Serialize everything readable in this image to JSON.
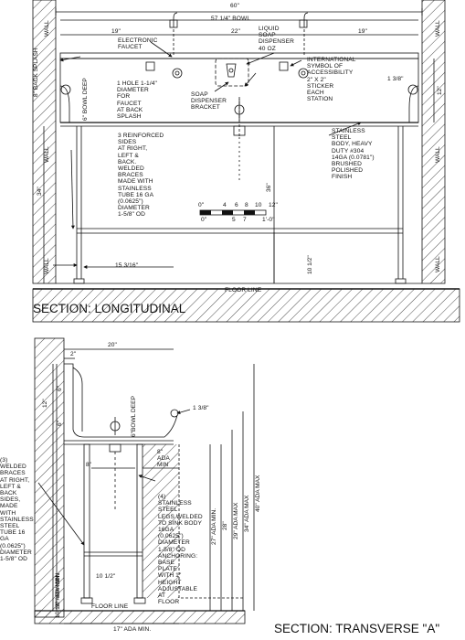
{
  "top_section": {
    "title": "SECTION: LONGITUDINAL",
    "dims": {
      "overall_width": "60\"",
      "bowl_width": "57 1/4\" BOWL",
      "left_19": "19\"",
      "center_22": "22\"",
      "right_19": "19\"",
      "back_splash_8": "8\" BACK SPLASH",
      "bowl_deep_6": "6\" BOWL DEEP",
      "side_12": "12\"",
      "height_36": "36\"",
      "height_34": "34\"",
      "brace_10_5": "10 1/2\"",
      "leg_15_3_16": "15 3/16\"",
      "right_1_3_8": "1 3/8\""
    },
    "labels": {
      "electronic_faucet": "ELECTRONIC\nFAUCET",
      "liquid_soap": "LIQUID\nSOAP\nDISPENSER\n40 OZ",
      "hole": "1 HOLE 1-1/4\"\nDIAMETER\nFOR\nFAUCET\nAT BACK\nSPLASH",
      "soap_bracket": "SOAP\nDISPENSER\nBRACKET",
      "symbol": "INTERNATIONAL\nSYMBOL OF\nACCESSIBILITY\n2\" X 2\"\nSTICKER\nEACH\nSTATION",
      "reinforced": "3 REINFORCED\nSIDES\nAT RIGHT,\nLEFT &\nBACK.\nWELDED\nBRACES\nMADE WITH\nSTAINLESS\nTUBE 16 GA\n(0.0625\")\nDIAMETER\n1-5/8\" OD",
      "stainless_body": "STAINLESS\nSTEEL\nBODY, HEAVY\nDUTY #304\n14GA (0.0781\")\nBRUSHED\nPOLISHED\nFINISH",
      "floor_line": "FLOOR LINE",
      "wall": "WALL"
    },
    "scale_bar": {
      "top_ticks": [
        "0\"",
        "4",
        "6",
        "8",
        "10",
        "12\""
      ],
      "bottom_ticks": [
        "0\"",
        "5",
        "7",
        "1'-0\""
      ]
    }
  },
  "bottom_section": {
    "title": "SECTION: TRANSVERSE \"A\"",
    "dims": {
      "top_20": "20\"",
      "top_2": "2\"",
      "left_6a": "6\"",
      "left_12": "12\"",
      "left_6b": "6\"",
      "bowl_deep": "6\"BOWL\nDEEP",
      "r_1_3_8": "1 3/8\"",
      "ada_8_min": "8\"\nADA\nMIN",
      "in_8": "8\"",
      "ht_10_5": "10 1/2\"",
      "ht_27": "27\" ADA MIN.",
      "ht_28": "28\"",
      "ht_29": "29\" ADA MAX",
      "ht_34": "34\" ADA MAX",
      "ht_40": "40\" ADA MAX",
      "left_10_5": "10 1/2\" ADA MIN.",
      "left_9": "9\" ADA MIN.",
      "bottom_17": "17\" ADA MIN."
    },
    "labels": {
      "welded_braces": "(3)\nWELDED\nBRACES\nAT RIGHT,\nLEFT &\nBACK\nSIDES,\nMADE\nWITH\nSTAINLESS\nSTEEL\nTUBE 16\nGA\n(0.0625\")\nDIAMETER\n1-5/8\" OD",
      "legs": "(4)\nSTAINLESS\nSTEEL\nLEGS WELDED\nTO SINK BODY\n16GA\n(0.0625\")\nDIAMETER\n1-5/8\" OD\nANCHORING:\nBASE\nPLATE\nWITH 1\"\nHEIGHT\nADJUSTABLE\nAT\nFLOOR",
      "floor_line": "FLOOR LINE"
    }
  }
}
